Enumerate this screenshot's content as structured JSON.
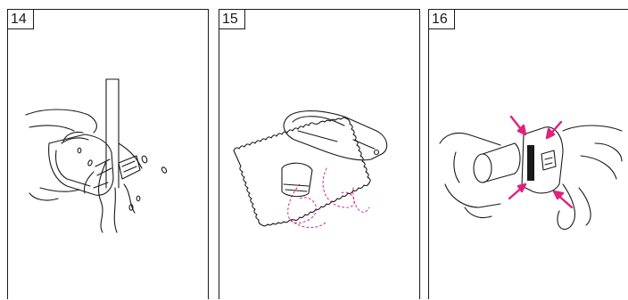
{
  "steps": [
    {
      "number": "14",
      "illustration": "rinse-under-tap"
    },
    {
      "number": "15",
      "illustration": "dry-on-cloth"
    },
    {
      "number": "16",
      "illustration": "insert-cap"
    }
  ],
  "colors": {
    "line": "#1a1a1a",
    "accent": "#e0217f"
  }
}
